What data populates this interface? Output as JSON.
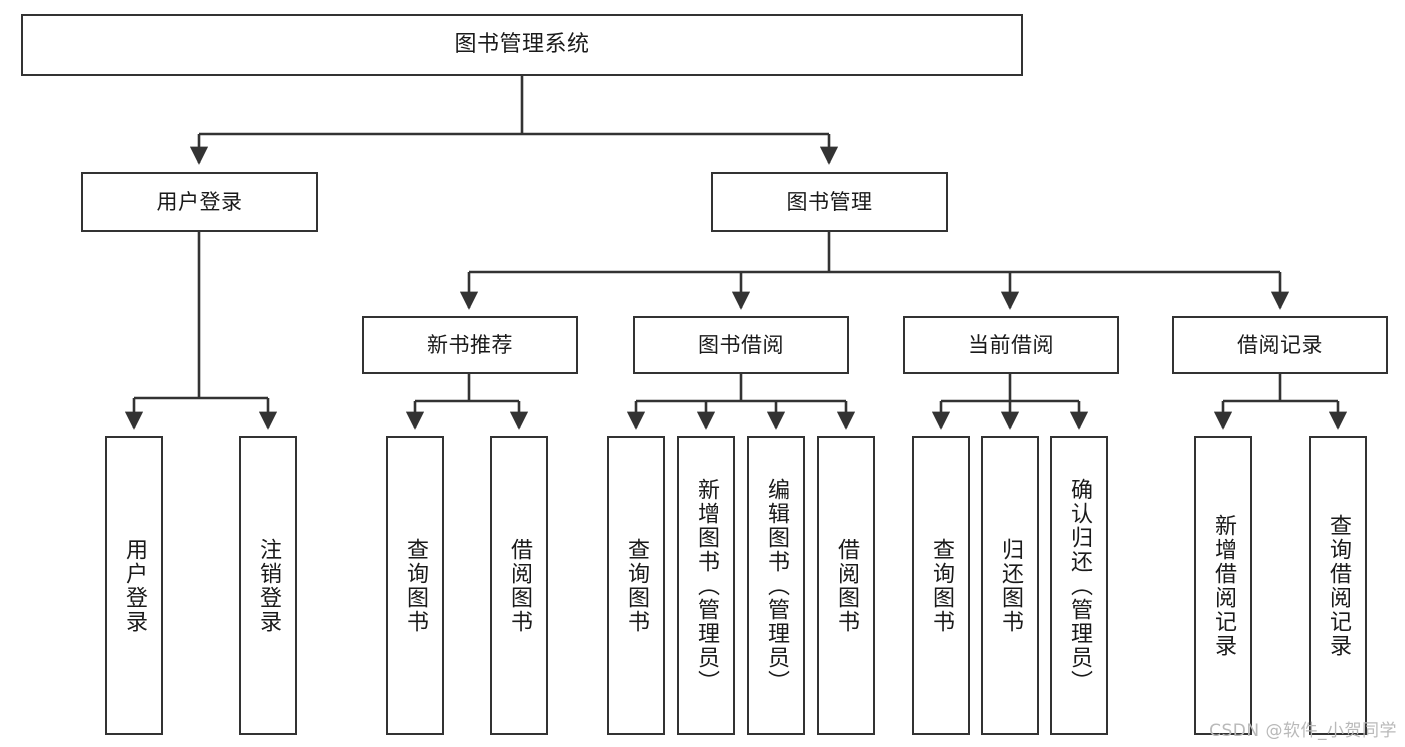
{
  "diagram": {
    "type": "tree",
    "title": "图书管理系统",
    "orientation": "top-down",
    "line_color": "#333333",
    "box_fill": "#ffffff",
    "text_color": "#1a1a1a",
    "root": {
      "id": "root",
      "label": "图书管理系统"
    },
    "level2": [
      {
        "id": "user-login",
        "label": "用户登录"
      },
      {
        "id": "book-manage",
        "label": "图书管理"
      }
    ],
    "level3": [
      {
        "id": "new-book-rec",
        "label": "新书推荐",
        "parent": "book-manage"
      },
      {
        "id": "book-borrow",
        "label": "图书借阅",
        "parent": "book-manage"
      },
      {
        "id": "current-borrow",
        "label": "当前借阅",
        "parent": "book-manage"
      },
      {
        "id": "borrow-record",
        "label": "借阅记录",
        "parent": "book-manage"
      }
    ],
    "leaves": [
      {
        "id": "leaf-user-login",
        "label": "用户登录",
        "parent": "user-login"
      },
      {
        "id": "leaf-logout",
        "label": "注销登录",
        "parent": "user-login"
      },
      {
        "id": "leaf-query-book-1",
        "label": "查询图书",
        "parent": "new-book-rec"
      },
      {
        "id": "leaf-borrow-book-1",
        "label": "借阅图书",
        "parent": "new-book-rec"
      },
      {
        "id": "leaf-query-book-2",
        "label": "查询图书",
        "parent": "book-borrow"
      },
      {
        "id": "leaf-add-book",
        "label": "新增图书（管理员）",
        "parent": "book-borrow"
      },
      {
        "id": "leaf-edit-book",
        "label": "编辑图书（管理员）",
        "parent": "book-borrow"
      },
      {
        "id": "leaf-borrow-book-2",
        "label": "借阅图书",
        "parent": "book-borrow"
      },
      {
        "id": "leaf-query-book-3",
        "label": "查询图书",
        "parent": "current-borrow"
      },
      {
        "id": "leaf-return-book",
        "label": "归还图书",
        "parent": "current-borrow"
      },
      {
        "id": "leaf-confirm-return",
        "label": "确认归还（管理员）",
        "parent": "current-borrow"
      },
      {
        "id": "leaf-add-record",
        "label": "新增借阅记录",
        "parent": "borrow-record"
      },
      {
        "id": "leaf-query-record",
        "label": "查询借阅记录",
        "parent": "borrow-record"
      }
    ]
  },
  "watermark": {
    "text": "CSDN @软件_小贺同学"
  }
}
